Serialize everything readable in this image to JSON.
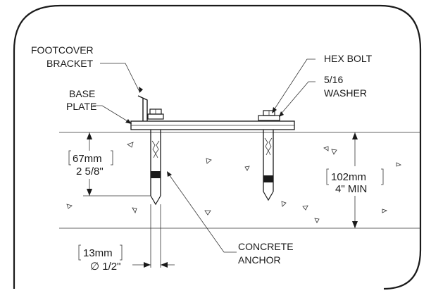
{
  "labels": {
    "footcover_line1": "FOOTCOVER",
    "footcover_line2": "BRACKET",
    "base_line1": "BASE",
    "base_line2": "PLATE",
    "hex_bolt": "HEX BOLT",
    "washer_line1": "5/16",
    "washer_line2": "WASHER",
    "anchor_line1": "CONCRETE",
    "anchor_line2": "ANCHOR"
  },
  "dimensions": {
    "embed_metric": "67mm",
    "embed_imperial": "2 5/8\"",
    "slab_metric": "102mm",
    "slab_imperial": "4\" MIN",
    "diameter_metric": "13mm",
    "diameter_imperial": "∅ 1/2\""
  },
  "colors": {
    "ink": "#1a1a1a",
    "background": "#ffffff"
  }
}
